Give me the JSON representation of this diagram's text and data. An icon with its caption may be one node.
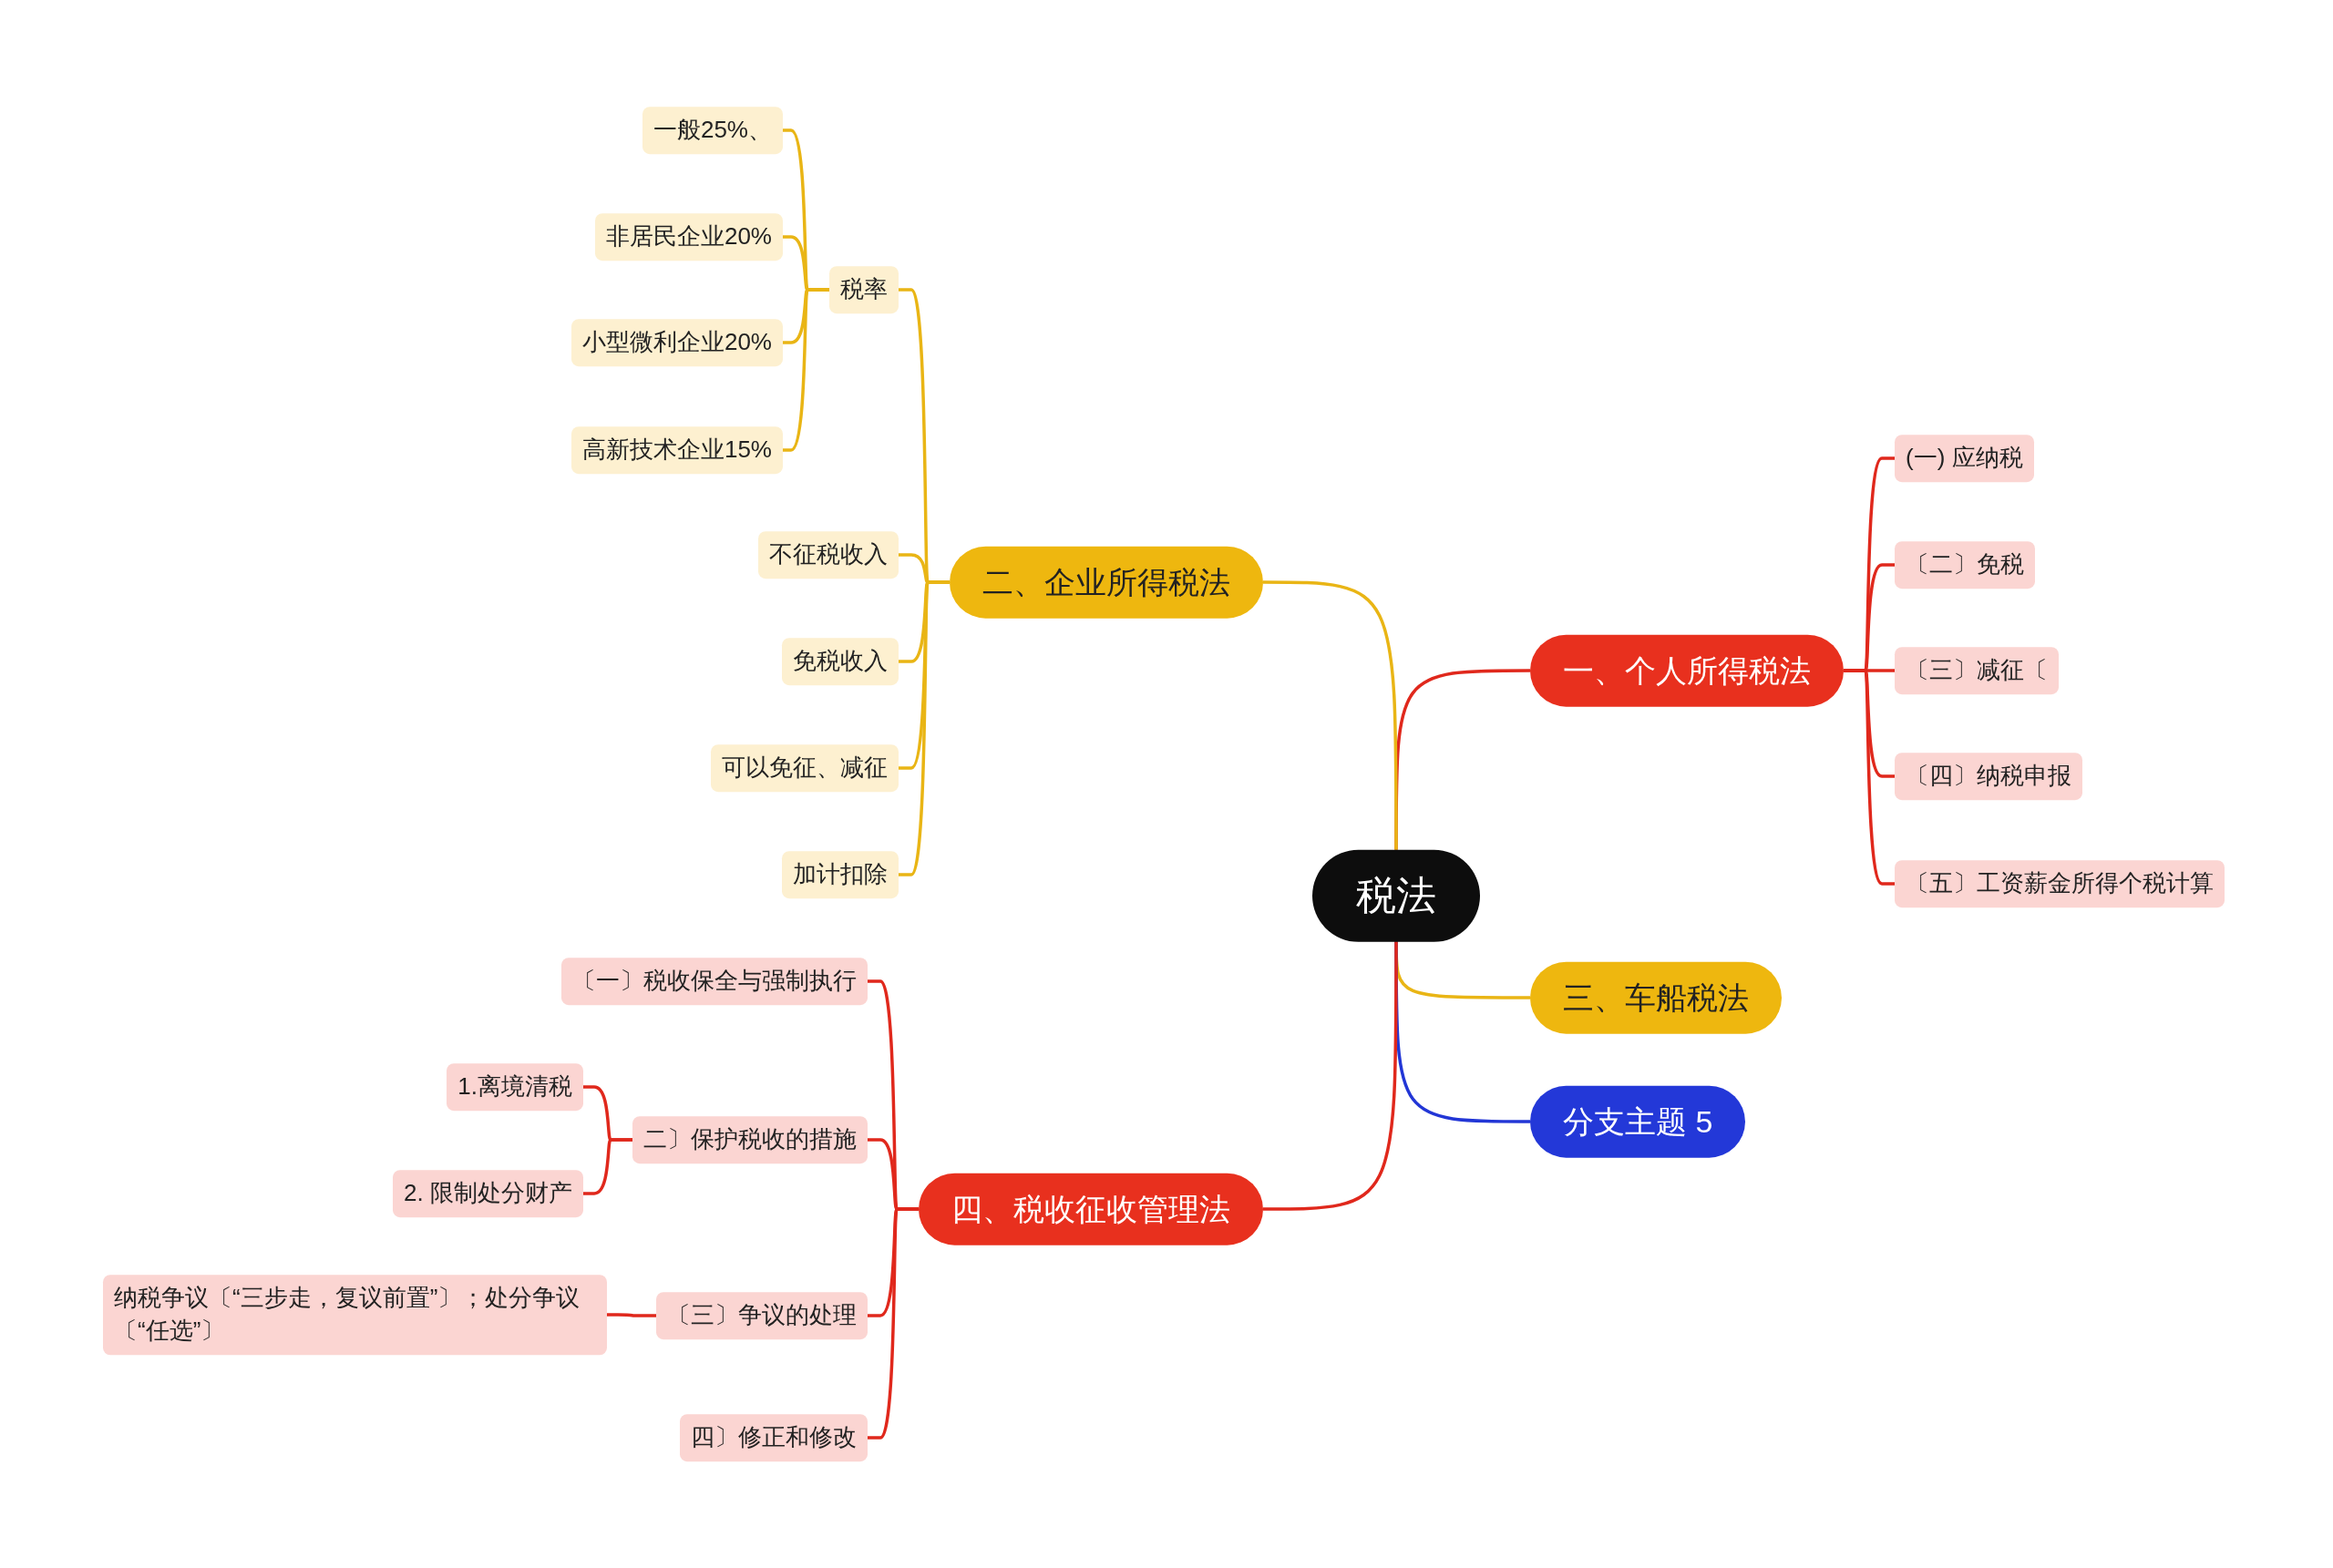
{
  "diagram": {
    "nodes": [
      {
        "text": [
          "税法"
        ]
      },
      {
        "text": [
          "一、个人所得税法"
        ]
      },
      {
        "text": [
          "(一) 应纳税"
        ]
      },
      {
        "text": [
          "〔二〕免税"
        ]
      },
      {
        "text": [
          "〔三〕减征〔"
        ]
      },
      {
        "text": [
          "〔四〕纳税申报"
        ]
      },
      {
        "text": [
          "〔五〕工资薪金所得个税计算"
        ]
      },
      {
        "text": [
          "二、企业所得税法"
        ]
      },
      {
        "text": [
          "税率"
        ]
      },
      {
        "text": [
          "一般25%、"
        ]
      },
      {
        "text": [
          "非居民企业20%"
        ]
      },
      {
        "text": [
          "小型微利企业20%"
        ]
      },
      {
        "text": [
          "高新技术企业15%"
        ]
      },
      {
        "text": [
          "不征税收入"
        ]
      },
      {
        "text": [
          "免税收入"
        ]
      },
      {
        "text": [
          "可以免征、减征"
        ]
      },
      {
        "text": [
          "加计扣除"
        ]
      },
      {
        "text": [
          "三、车船税法"
        ]
      },
      {
        "text": [
          "分支主题 5"
        ]
      },
      {
        "text": [
          "四、税收征收管理法"
        ]
      },
      {
        "text": [
          "〔一〕税收保全与强制执行"
        ]
      },
      {
        "text": [
          "二〕保护税收的措施"
        ]
      },
      {
        "text": [
          "1.离境清税"
        ]
      },
      {
        "text": [
          "2. 限制处分财产"
        ]
      },
      {
        "text": [
          "〔三〕争议的处理"
        ]
      },
      {
        "text": [
          "纳税争议〔“三步走，复议前置”〕；处分争议〔“任选”〕"
        ]
      },
      {
        "text": [
          "四〕修正和修改"
        ]
      }
    ],
    "edges": [
      {
        "from": 0,
        "to": 1,
        "arrow": "none"
      },
      {
        "from": 1,
        "to": 2,
        "arrow": "none"
      },
      {
        "from": 1,
        "to": 3,
        "arrow": "none"
      },
      {
        "from": 1,
        "to": 4,
        "arrow": "none"
      },
      {
        "from": 1,
        "to": 5,
        "arrow": "none"
      },
      {
        "from": 1,
        "to": 6,
        "arrow": "none"
      },
      {
        "from": 0,
        "to": 7,
        "arrow": "none",
        "color": "#e9b515"
      },
      {
        "from": 7,
        "to": 8,
        "arrow": "none",
        "color": "#e9b515"
      },
      {
        "from": 8,
        "to": 9,
        "arrow": "none",
        "color": "#e9b515"
      },
      {
        "from": 8,
        "to": 10,
        "arrow": "none",
        "color": "#e9b515"
      },
      {
        "from": 8,
        "to": 11,
        "arrow": "none",
        "color": "#e9b515"
      },
      {
        "from": 8,
        "to": 12,
        "arrow": "none",
        "color": "#e9b515"
      },
      {
        "from": 7,
        "to": 13,
        "arrow": "none",
        "color": "#e9b515"
      },
      {
        "from": 7,
        "to": 14,
        "arrow": "none",
        "color": "#e9b515"
      },
      {
        "from": 7,
        "to": 15,
        "arrow": "none",
        "color": "#e9b515"
      },
      {
        "from": 7,
        "to": 16,
        "arrow": "none",
        "color": "#e9b515"
      },
      {
        "from": 0,
        "to": 17,
        "arrow": "none",
        "color": "#e9b515"
      },
      {
        "from": 0,
        "to": 18,
        "arrow": "none",
        "color": "#2236d6"
      },
      {
        "from": 0,
        "to": 19,
        "arrow": "none"
      },
      {
        "from": 19,
        "to": 20,
        "arrow": "none"
      },
      {
        "from": 19,
        "to": 21,
        "arrow": "none"
      },
      {
        "from": 21,
        "to": 22,
        "arrow": "none"
      },
      {
        "from": 21,
        "to": 23,
        "arrow": "none"
      },
      {
        "from": 19,
        "to": 24,
        "arrow": "none"
      },
      {
        "from": 24,
        "to": 25,
        "arrow": "none"
      },
      {
        "from": 19,
        "to": 26,
        "arrow": "none"
      }
    ]
  }
}
